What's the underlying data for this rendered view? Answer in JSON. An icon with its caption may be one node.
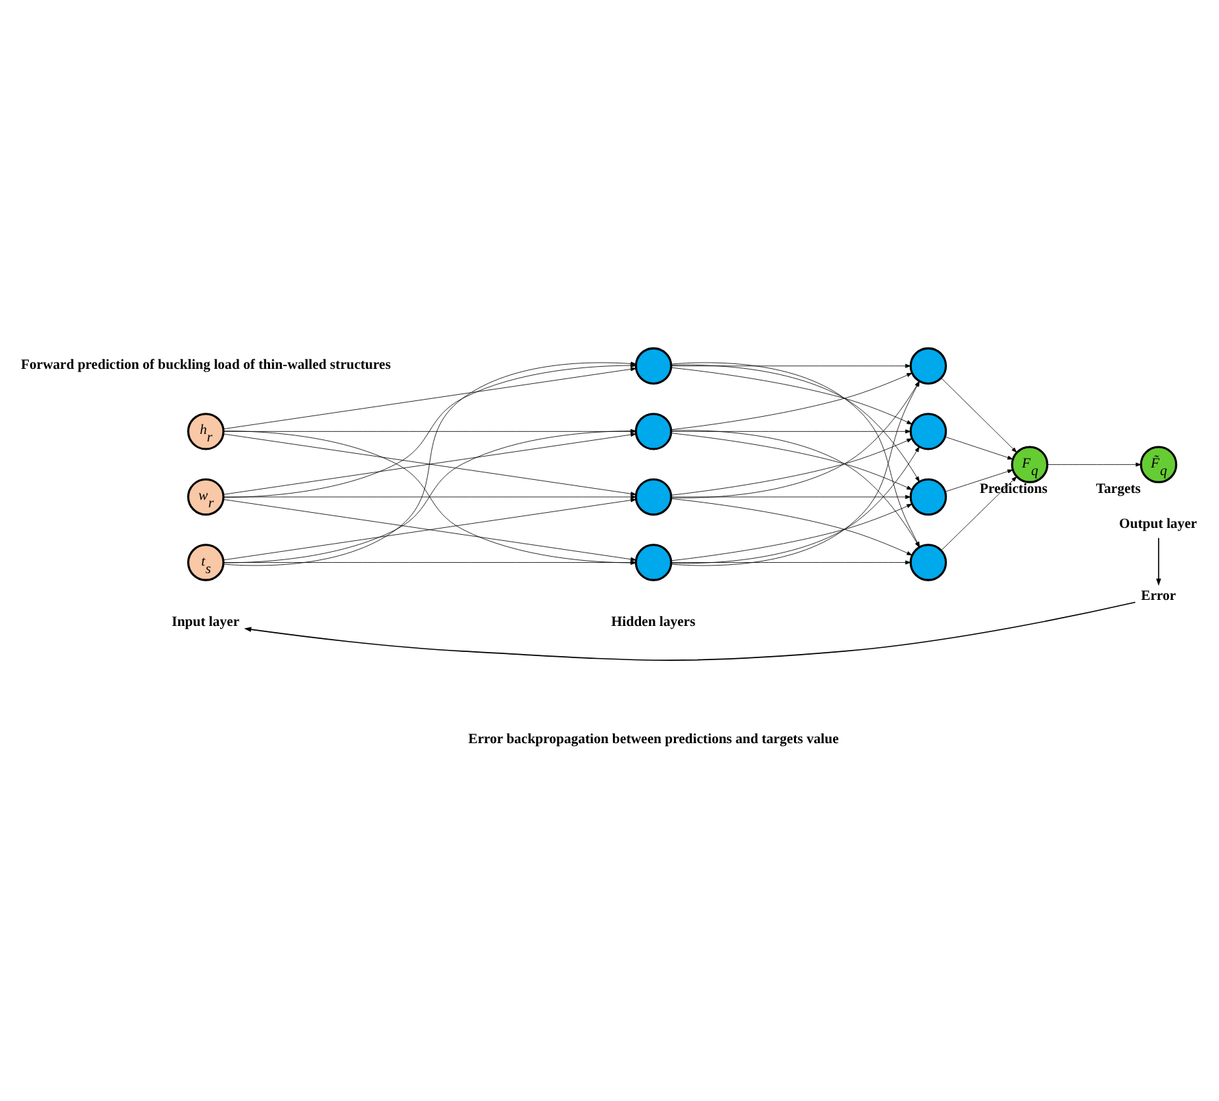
{
  "diagram": {
    "nodes": [
      {
        "text": [
          "h$_{r}$"
        ]
      },
      {
        "text": [
          "w$_{r}$"
        ]
      },
      {
        "text": [
          "t$_{s}$"
        ]
      },
      {
        "text": [],
        "shape": "circle"
      },
      {
        "text": [],
        "shape": "circle"
      },
      {
        "text": [],
        "shape": "circle"
      },
      {
        "text": [],
        "shape": "circle"
      },
      {
        "text": [],
        "shape": "circle"
      },
      {
        "text": [],
        "shape": "circle"
      },
      {
        "text": [],
        "shape": "circle"
      },
      {
        "text": [],
        "shape": "circle"
      },
      {
        "text": [
          "F$_{q}$"
        ],
        "beside": [
          "Predictions"
        ]
      },
      {
        "text": [
          "F̃$_{q}$"
        ],
        "beside": [
          "Targets"
        ]
      },
      {
        "text": [
          "Output layer"
        ]
      },
      {
        "text": [
          "Error"
        ]
      },
      {
        "text": [
          "Input layer"
        ]
      }
    ],
    "edges": [
      {
        "from": 0,
        "to": 3,
        "arrow": "to"
      },
      {
        "from": 0,
        "to": 4,
        "arrow": "to"
      },
      {
        "from": 0,
        "to": 5,
        "arrow": "to"
      },
      {
        "from": 0,
        "to": 6,
        "arrow": "to"
      },
      {
        "from": 1,
        "to": 3,
        "arrow": "to"
      },
      {
        "from": 1,
        "to": 4,
        "arrow": "to"
      },
      {
        "from": 1,
        "to": 5,
        "arrow": "to"
      },
      {
        "from": 1,
        "to": 6,
        "arrow": "to"
      },
      {
        "from": 2,
        "to": 3,
        "arrow": "to"
      },
      {
        "from": 2,
        "to": 4,
        "arrow": "to"
      },
      {
        "from": 2,
        "to": 5,
        "arrow": "to"
      },
      {
        "from": 2,
        "to": 6,
        "arrow": "to"
      },
      {
        "from": 3,
        "to": 7,
        "arrow": "to"
      },
      {
        "from": 3,
        "to": 8,
        "arrow": "to"
      },
      {
        "from": 3,
        "to": 9,
        "arrow": "to"
      },
      {
        "from": 3,
        "to": 10,
        "arrow": "to"
      },
      {
        "from": 4,
        "to": 7,
        "arrow": "to"
      },
      {
        "from": 4,
        "to": 8,
        "arrow": "to"
      },
      {
        "from": 4,
        "to": 9,
        "arrow": "to"
      },
      {
        "from": 4,
        "to": 10,
        "arrow": "to"
      },
      {
        "from": 5,
        "to": 7,
        "arrow": "to"
      },
      {
        "from": 5,
        "to": 8,
        "arrow": "to"
      },
      {
        "from": 5,
        "to": 9,
        "arrow": "to"
      },
      {
        "from": 5,
        "to": 10,
        "arrow": "to"
      },
      {
        "from": 6,
        "to": 7,
        "arrow": "to"
      },
      {
        "from": 6,
        "to": 8,
        "arrow": "to"
      },
      {
        "from": 6,
        "to": 9,
        "arrow": "to"
      },
      {
        "from": 6,
        "to": 10,
        "arrow": "to"
      },
      {
        "from": 7,
        "to": 11,
        "arrow": "to"
      },
      {
        "from": 8,
        "to": 11,
        "arrow": "to"
      },
      {
        "from": 9,
        "to": 11,
        "arrow": "to"
      },
      {
        "from": 10,
        "to": 11,
        "arrow": "to"
      },
      {
        "from": 11,
        "to": 12,
        "arrow": "to"
      },
      {
        "from": 13,
        "to": 14,
        "arrow": "to"
      },
      {
        "from": 14,
        "to": 15,
        "arrow": "to"
      }
    ],
    "labels": [
      "Forward prediction of buckling load of thin-walled structures",
      "Hidden layers",
      "Error backpropagation between predictions and targets value"
    ]
  }
}
